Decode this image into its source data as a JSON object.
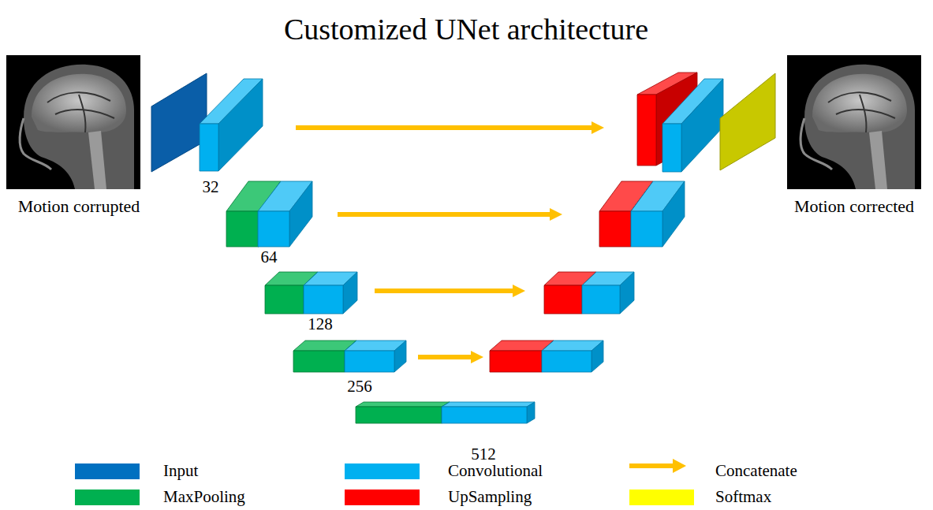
{
  "diagram": {
    "title": "Customized UNet architecture",
    "labels": [
      "Motion corrupted",
      "Motion corrected",
      "32",
      "64",
      "128",
      "256",
      "512"
    ],
    "legend": [
      {
        "text": "Input",
        "color": "#0070c0"
      },
      {
        "text": "Convolutional",
        "color": "#00b0f0"
      },
      {
        "text": "Concatenate"
      },
      {
        "text": "MaxPooling",
        "color": "#00b050"
      },
      {
        "text": "UpSampling",
        "color": "#ff0000"
      },
      {
        "text": "Softmax",
        "color": "#ffff00"
      }
    ]
  }
}
